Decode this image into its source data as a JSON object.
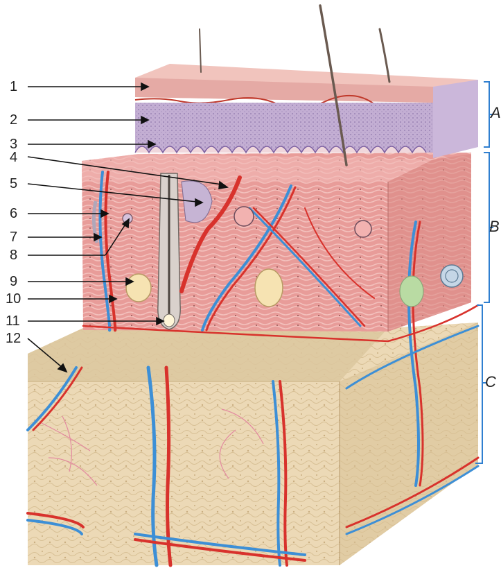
{
  "callouts": [
    "1",
    "2",
    "3",
    "4",
    "5",
    "6",
    "7",
    "8",
    "9",
    "10",
    "11",
    "12"
  ],
  "brackets": [
    "A",
    "B",
    "C"
  ],
  "colors": {
    "epidermis": "#e9b8b4",
    "stratum": "#b8a2c9",
    "dermis": "#e59a98",
    "hypodermis": "#ead6b0",
    "artery": "#d8322c",
    "vein": "#3d8fd6",
    "bracket": "#2f7fd0",
    "leader": "#111111"
  }
}
